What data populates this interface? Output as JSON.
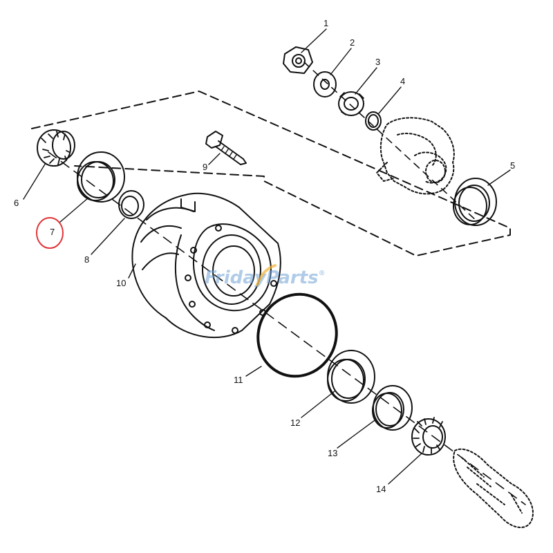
{
  "watermark": {
    "part1": "Friday",
    "part2": "Parts",
    "mark": "®",
    "color_main": "#6fa3d6",
    "color_accent": "#f2b233"
  },
  "callouts": [
    "1",
    "2",
    "3",
    "4",
    "5",
    "6",
    "7",
    "8",
    "9",
    "10",
    "11",
    "12",
    "13",
    "14"
  ],
  "highlight": {
    "label": "7",
    "color": "#e0363b"
  },
  "colors": {
    "line": "#111111",
    "background": "#ffffff"
  }
}
